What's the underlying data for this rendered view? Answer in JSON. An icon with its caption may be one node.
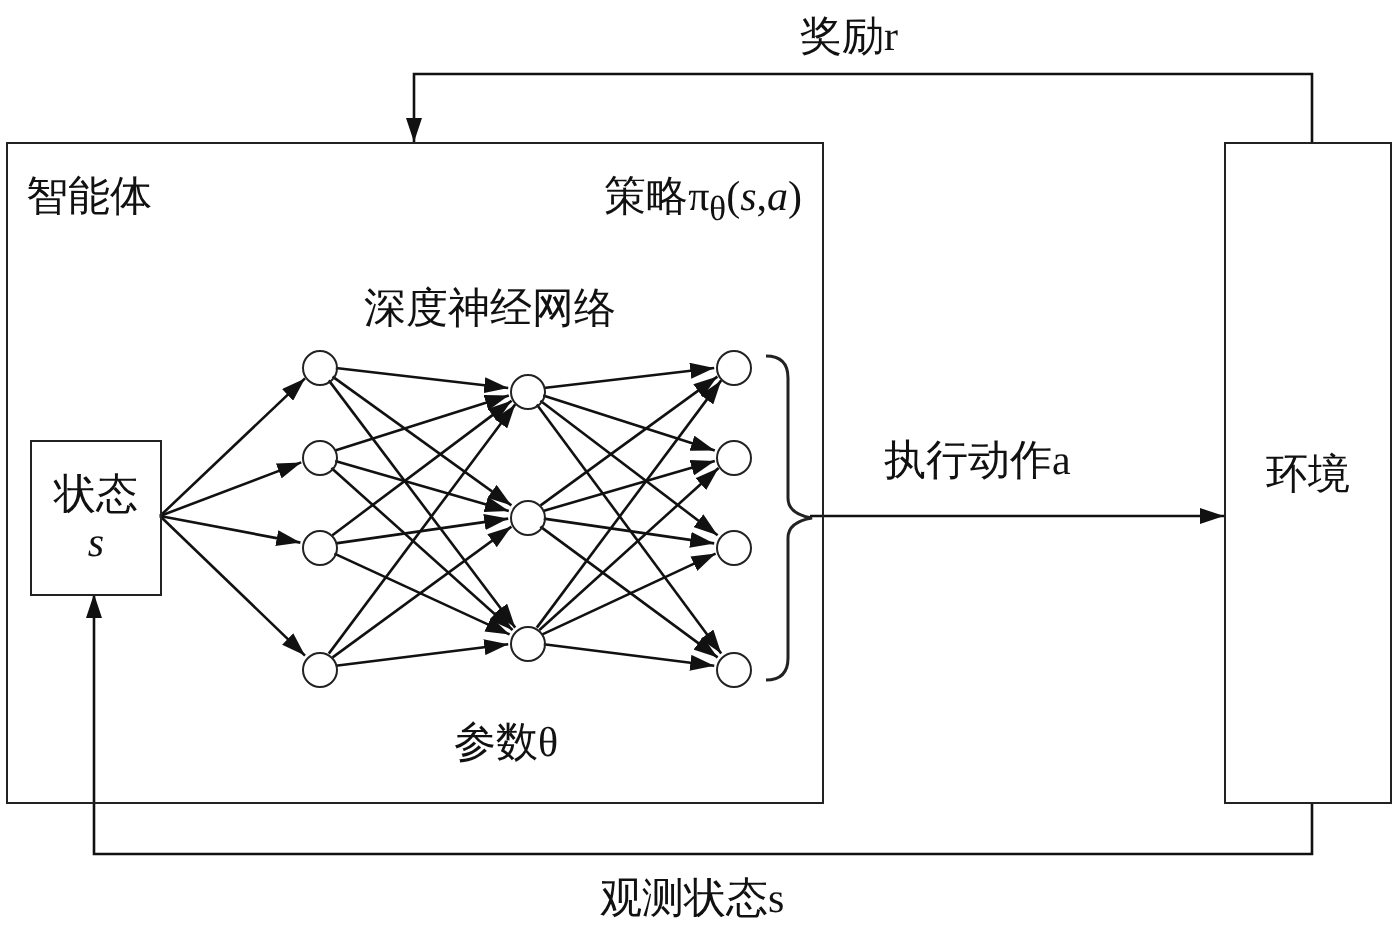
{
  "diagram": {
    "nodes": [
      {
        "text": [
          "智能体",
          "策略π$_{θ}$(*s*,*a*)",
          "深度神经网络",
          "参数θ"
        ]
      },
      {
        "text": [
          "状态 *s*"
        ],
        "in": 0
      },
      {
        "text": [],
        "shape": "circle",
        "in": 0
      },
      {
        "text": [],
        "shape": "circle",
        "in": 0
      },
      {
        "text": [],
        "shape": "circle",
        "in": 0
      },
      {
        "text": [],
        "shape": "circle",
        "in": 0
      },
      {
        "text": [],
        "shape": "circle",
        "in": 0
      },
      {
        "text": [],
        "shape": "circle",
        "in": 0
      },
      {
        "text": [],
        "shape": "circle",
        "in": 0
      },
      {
        "text": [],
        "shape": "circle",
        "in": 0
      },
      {
        "text": [],
        "shape": "circle",
        "in": 0
      },
      {
        "text": [],
        "shape": "circle",
        "in": 0
      },
      {
        "text": [],
        "shape": "circle",
        "in": 0
      },
      {
        "text": [],
        "shape": "brace",
        "in": 0
      },
      {
        "text": [
          "环境"
        ]
      }
    ],
    "edges": [
      {
        "from": 1,
        "to": 2,
        "arrow": "to"
      },
      {
        "from": 1,
        "to": 3,
        "arrow": "to"
      },
      {
        "from": 1,
        "to": 4,
        "arrow": "to"
      },
      {
        "from": 1,
        "to": 5,
        "arrow": "to"
      },
      {
        "from": 2,
        "to": 6,
        "arrow": "to"
      },
      {
        "from": 2,
        "to": 7,
        "arrow": "to"
      },
      {
        "from": 2,
        "to": 8,
        "arrow": "to"
      },
      {
        "from": 3,
        "to": 6,
        "arrow": "to"
      },
      {
        "from": 3,
        "to": 7,
        "arrow": "to"
      },
      {
        "from": 3,
        "to": 8,
        "arrow": "to"
      },
      {
        "from": 4,
        "to": 6,
        "arrow": "to"
      },
      {
        "from": 4,
        "to": 7,
        "arrow": "to"
      },
      {
        "from": 4,
        "to": 8,
        "arrow": "to"
      },
      {
        "from": 5,
        "to": 6,
        "arrow": "to"
      },
      {
        "from": 5,
        "to": 7,
        "arrow": "to"
      },
      {
        "from": 5,
        "to": 8,
        "arrow": "to"
      },
      {
        "from": 6,
        "to": 9,
        "arrow": "to"
      },
      {
        "from": 6,
        "to": 10,
        "arrow": "to"
      },
      {
        "from": 6,
        "to": 11,
        "arrow": "to"
      },
      {
        "from": 6,
        "to": 12,
        "arrow": "to"
      },
      {
        "from": 7,
        "to": 9,
        "arrow": "to"
      },
      {
        "from": 7,
        "to": 10,
        "arrow": "to"
      },
      {
        "from": 7,
        "to": 11,
        "arrow": "to"
      },
      {
        "from": 7,
        "to": 12,
        "arrow": "to"
      },
      {
        "from": 8,
        "to": 9,
        "arrow": "to"
      },
      {
        "from": 8,
        "to": 10,
        "arrow": "to"
      },
      {
        "from": 8,
        "to": 11,
        "arrow": "to"
      },
      {
        "from": 8,
        "to": 12,
        "arrow": "to"
      },
      {
        "from": 13,
        "to": 14,
        "label": "执行动作a",
        "arrow": "to"
      },
      {
        "from": 14,
        "to": 0,
        "label": "奖励r",
        "arrow": "to"
      },
      {
        "from": 14,
        "to": 1,
        "label": "观测状态s",
        "arrow": "to"
      }
    ]
  }
}
